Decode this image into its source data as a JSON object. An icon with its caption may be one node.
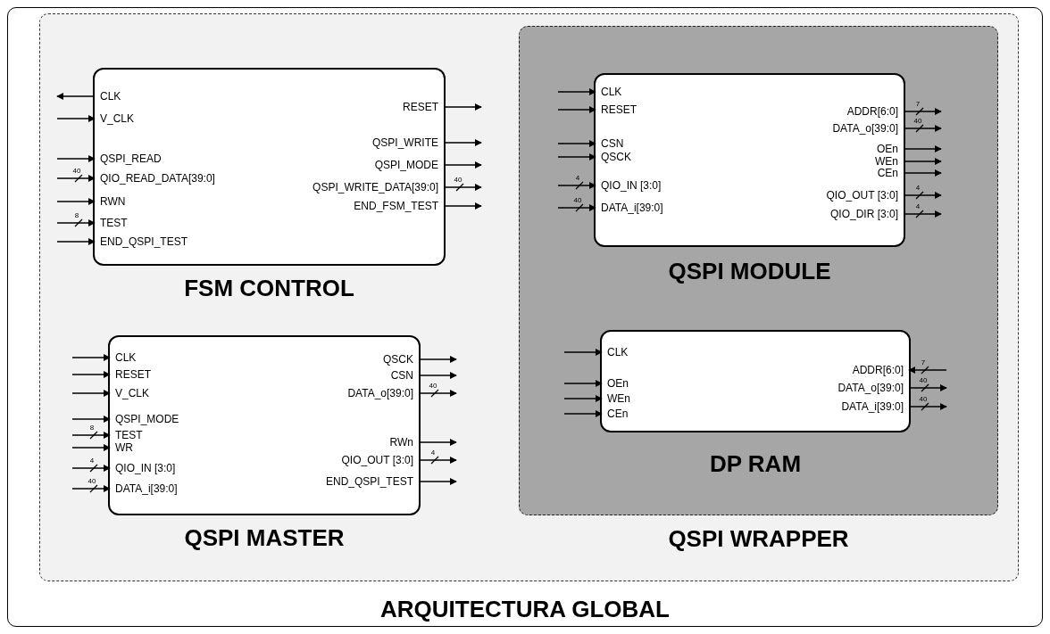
{
  "diagram": {
    "nodes": [
      {
        "text": [
          "ARQUITECTURA GLOBAL"
        ]
      },
      {
        "text": [
          "FSM CONTROL"
        ],
        "in": 0
      },
      {
        "text": [
          "CLK"
        ],
        "in": 1
      },
      {
        "text": [
          "V_CLK"
        ],
        "in": 1
      },
      {
        "text": [
          "QSPI_READ"
        ],
        "in": 1
      },
      {
        "text": [
          "QIO_READ_DATA[39:0]"
        ],
        "in": 1
      },
      {
        "text": [
          "RWN"
        ],
        "in": 1
      },
      {
        "text": [
          "TEST"
        ],
        "in": 1
      },
      {
        "text": [
          "END_QSPI_TEST"
        ],
        "in": 1
      },
      {
        "text": [
          "RESET"
        ],
        "in": 1
      },
      {
        "text": [
          "QSPI_WRITE"
        ],
        "in": 1
      },
      {
        "text": [
          "QSPI_MODE"
        ],
        "in": 1
      },
      {
        "text": [
          "QSPI_WRITE_DATA[39:0]"
        ],
        "in": 1
      },
      {
        "text": [
          "END_FSM_TEST"
        ],
        "in": 1
      },
      {
        "text": [
          "QSPI WRAPPER"
        ],
        "in": 0
      },
      {
        "text": [
          "QSPI MODULE"
        ],
        "in": 14
      },
      {
        "text": [
          "CLK"
        ],
        "in": 15
      },
      {
        "text": [
          "RESET"
        ],
        "in": 15
      },
      {
        "text": [
          "CSN"
        ],
        "in": 15
      },
      {
        "text": [
          "QSCK"
        ],
        "in": 15
      },
      {
        "text": [
          "QIO_IN [3:0]"
        ],
        "in": 15
      },
      {
        "text": [
          "DATA_i[39:0]"
        ],
        "in": 15
      },
      {
        "text": [
          "ADDR[6:0]"
        ],
        "in": 15
      },
      {
        "text": [
          "DATA_o[39:0]"
        ],
        "in": 15
      },
      {
        "text": [
          "OEn"
        ],
        "in": 15
      },
      {
        "text": [
          "WEn"
        ],
        "in": 15
      },
      {
        "text": [
          "CEn"
        ],
        "in": 15
      },
      {
        "text": [
          "QIO_OUT [3:0]"
        ],
        "in": 15
      },
      {
        "text": [
          "QIO_DIR [3:0]"
        ],
        "in": 15
      },
      {
        "text": [
          "DP RAM"
        ],
        "in": 14
      },
      {
        "text": [
          "CLK"
        ],
        "in": 29
      },
      {
        "text": [
          "OEn"
        ],
        "in": 29
      },
      {
        "text": [
          "WEn"
        ],
        "in": 29
      },
      {
        "text": [
          "CEn"
        ],
        "in": 29
      },
      {
        "text": [
          "ADDR[6:0]"
        ],
        "in": 29
      },
      {
        "text": [
          "DATA_o[39:0]"
        ],
        "in": 29
      },
      {
        "text": [
          "DATA_i[39:0]"
        ],
        "in": 29
      },
      {
        "text": [
          "QSPI MASTER"
        ],
        "in": 0
      },
      {
        "text": [
          "CLK"
        ],
        "in": 37
      },
      {
        "text": [
          "RESET"
        ],
        "in": 37
      },
      {
        "text": [
          "V_CLK"
        ],
        "in": 37
      },
      {
        "text": [
          "QSPI_MODE"
        ],
        "in": 37
      },
      {
        "text": [
          "TEST"
        ],
        "in": 37
      },
      {
        "text": [
          "WR"
        ],
        "in": 37
      },
      {
        "text": [
          "QIO_IN [3:0]"
        ],
        "in": 37
      },
      {
        "text": [
          "DATA_i[39:0]"
        ],
        "in": 37
      },
      {
        "text": [
          "QSCK"
        ],
        "in": 37
      },
      {
        "text": [
          "CSN"
        ],
        "in": 37
      },
      {
        "text": [
          "DATA_o[39:0]"
        ],
        "in": 37
      },
      {
        "text": [
          "RWn"
        ],
        "in": 37
      },
      {
        "text": [
          "QIO_OUT [3:0]"
        ],
        "in": 37
      },
      {
        "text": [
          "END_QSPI_TEST"
        ],
        "in": 37
      }
    ],
    "edges": [
      {
        "from": 2,
        "to": null,
        "arrow": "to"
      },
      {
        "from": null,
        "to": 3,
        "arrow": "to"
      },
      {
        "from": null,
        "to": 4,
        "arrow": "to"
      },
      {
        "from": null,
        "to": 5,
        "arrow": "to",
        "label": "40"
      },
      {
        "from": null,
        "to": 6,
        "arrow": "to"
      },
      {
        "from": null,
        "to": 7,
        "arrow": "to",
        "label": "8"
      },
      {
        "from": null,
        "to": 8,
        "arrow": "to"
      },
      {
        "from": 9,
        "to": null,
        "arrow": "to"
      },
      {
        "from": 10,
        "to": null,
        "arrow": "to"
      },
      {
        "from": 11,
        "to": null,
        "arrow": "to"
      },
      {
        "from": 12,
        "to": null,
        "arrow": "to",
        "label": "40"
      },
      {
        "from": 13,
        "to": null,
        "arrow": "to"
      },
      {
        "from": null,
        "to": 16,
        "arrow": "to"
      },
      {
        "from": null,
        "to": 17,
        "arrow": "to"
      },
      {
        "from": null,
        "to": 18,
        "arrow": "to"
      },
      {
        "from": null,
        "to": 19,
        "arrow": "to"
      },
      {
        "from": null,
        "to": 20,
        "arrow": "to",
        "label": "4"
      },
      {
        "from": null,
        "to": 21,
        "arrow": "to",
        "label": "40"
      },
      {
        "from": 22,
        "to": null,
        "arrow": "to",
        "label": "7"
      },
      {
        "from": 23,
        "to": null,
        "arrow": "to",
        "label": "40"
      },
      {
        "from": 24,
        "to": null,
        "arrow": "to"
      },
      {
        "from": 25,
        "to": null,
        "arrow": "to"
      },
      {
        "from": 26,
        "to": null,
        "arrow": "to"
      },
      {
        "from": 27,
        "to": null,
        "arrow": "to",
        "label": "4"
      },
      {
        "from": 28,
        "to": null,
        "arrow": "to",
        "label": "4"
      },
      {
        "from": null,
        "to": 30,
        "arrow": "to"
      },
      {
        "from": null,
        "to": 31,
        "arrow": "to"
      },
      {
        "from": null,
        "to": 32,
        "arrow": "to"
      },
      {
        "from": null,
        "to": 33,
        "arrow": "to"
      },
      {
        "from": null,
        "to": 34,
        "arrow": "to",
        "label": "7"
      },
      {
        "from": 35,
        "to": null,
        "arrow": "to",
        "label": "40"
      },
      {
        "from": 36,
        "to": null,
        "arrow": "to",
        "label": "40"
      },
      {
        "from": null,
        "to": 38,
        "arrow": "to"
      },
      {
        "from": null,
        "to": 39,
        "arrow": "to"
      },
      {
        "from": null,
        "to": 40,
        "arrow": "to"
      },
      {
        "from": null,
        "to": 41,
        "arrow": "to"
      },
      {
        "from": null,
        "to": 42,
        "arrow": "to",
        "label": "8"
      },
      {
        "from": null,
        "to": 43,
        "arrow": "to"
      },
      {
        "from": null,
        "to": 44,
        "arrow": "to",
        "label": "4"
      },
      {
        "from": null,
        "to": 45,
        "arrow": "to",
        "label": "40"
      },
      {
        "from": 46,
        "to": null,
        "arrow": "to"
      },
      {
        "from": 47,
        "to": null,
        "arrow": "to"
      },
      {
        "from": 48,
        "to": null,
        "arrow": "to",
        "label": "40"
      },
      {
        "from": 49,
        "to": null,
        "arrow": "to"
      },
      {
        "from": 50,
        "to": null,
        "arrow": "to",
        "label": "4"
      },
      {
        "from": 51,
        "to": null,
        "arrow": "to"
      }
    ]
  }
}
